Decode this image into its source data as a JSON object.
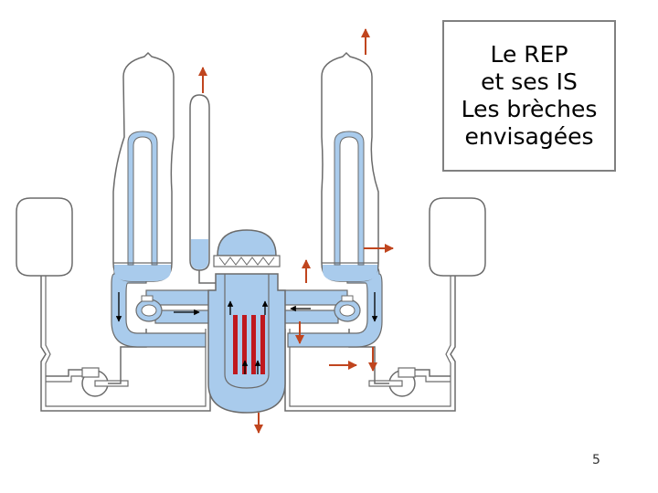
{
  "slide": {
    "title_lines": [
      "Le REP",
      "et ses IS",
      "Les brèches",
      "envisagées"
    ],
    "page_number": "5"
  },
  "colors": {
    "coolant": "#a9cbec",
    "steam": "#ffffff",
    "outline": "#6b6b6b",
    "fuel_rods": "#c0181e",
    "breach_arrow": "#c0451e",
    "flow_arrow": "#000000",
    "frame": "#808080"
  },
  "components": [
    "pressurizer",
    "reactor-vessel",
    "steam-generator",
    "primary-pump",
    "accumulator",
    "fuel-rods",
    "breach-arrows"
  ]
}
